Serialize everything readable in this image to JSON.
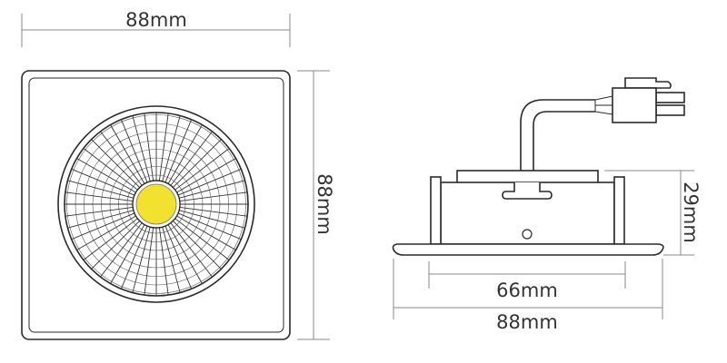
{
  "front_view": {
    "width_label": "88mm",
    "height_label": "88mm",
    "led_color": "#f3e12f"
  },
  "side_view": {
    "height_label": "29mm",
    "cutout_label": "66mm",
    "width_label": "88mm"
  },
  "colors": {
    "line": "#2a2a2a",
    "dimension": "#8a8a8a"
  }
}
